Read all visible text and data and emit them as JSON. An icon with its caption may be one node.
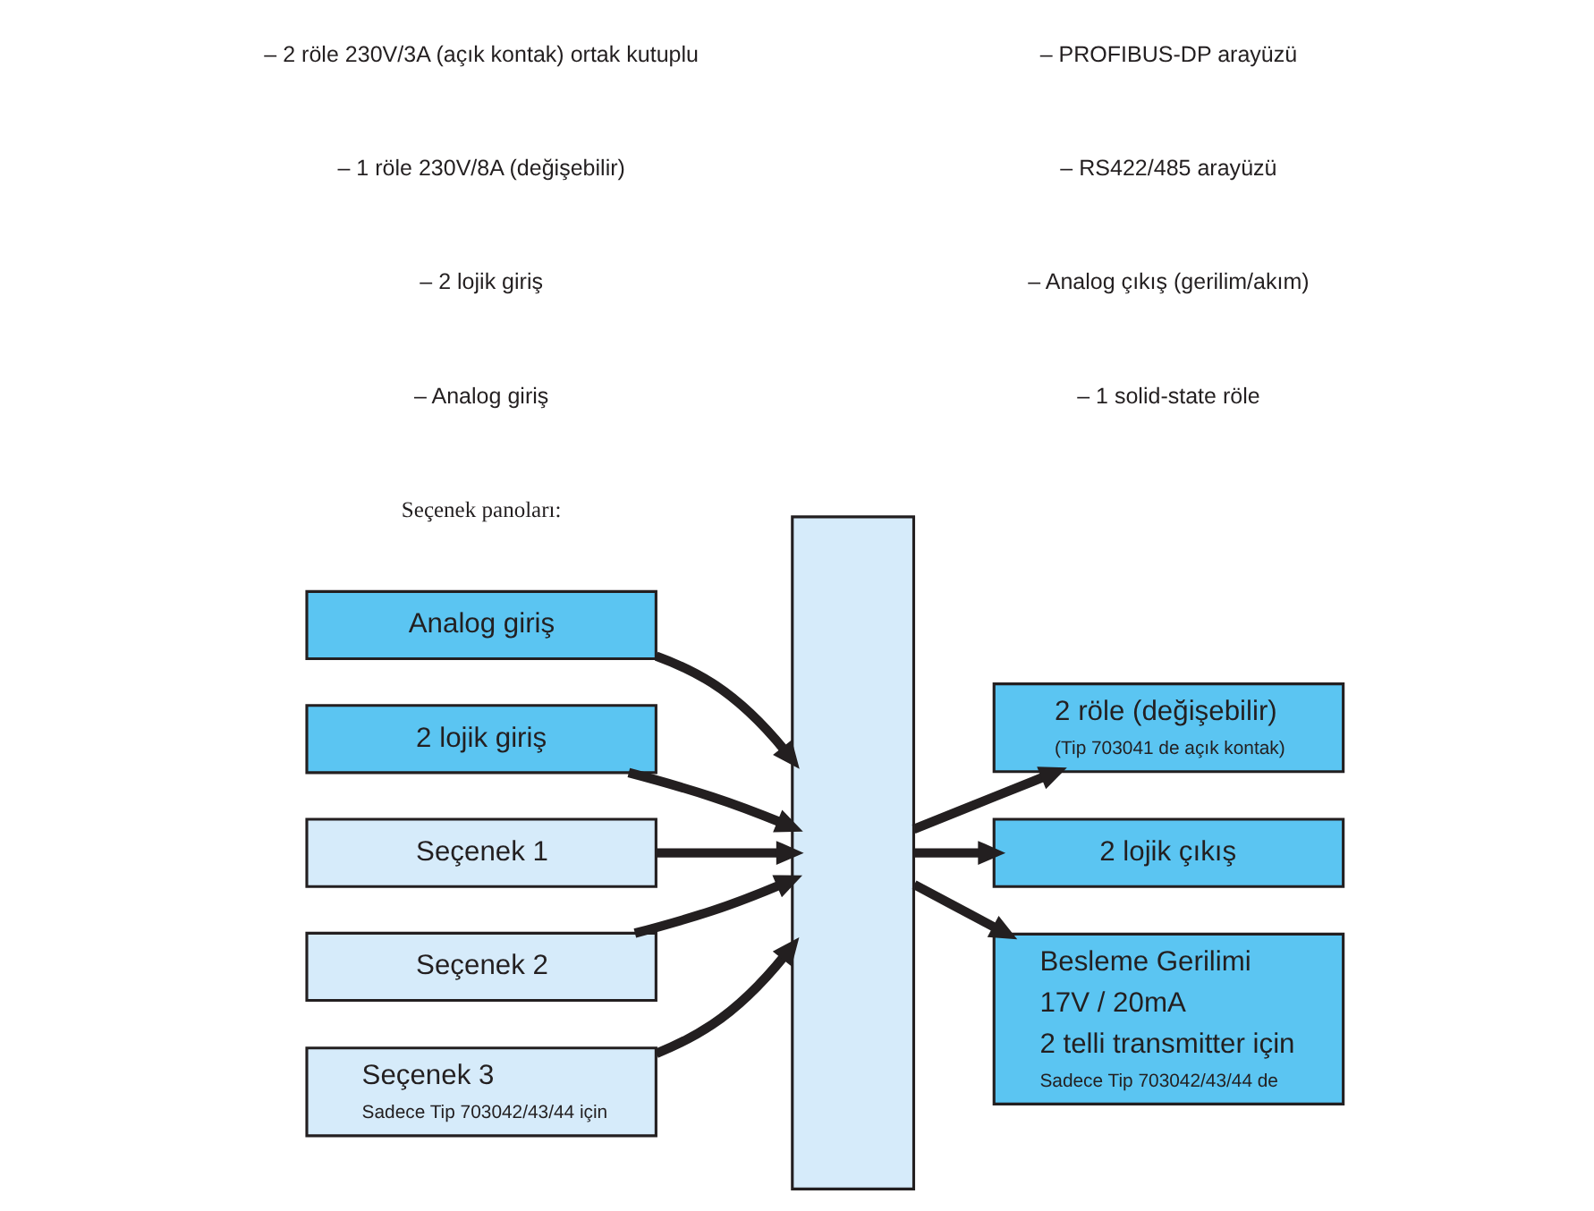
{
  "diagram": {
    "nodes": [
      {
        "text": [
          "Analog giriş"
        ]
      },
      {
        "text": [
          "2 lojik giriş"
        ]
      },
      {
        "text": [],
        "shape": "bar"
      },
      {
        "text": [
          "2 röle (değişebilir)",
          "(Tip 703041 de açık kontak)"
        ]
      },
      {
        "text": [
          "2 lojik çıkış"
        ]
      },
      {
        "text": [
          "Besleme Gerilimi",
          "17V / 20mA",
          "2 telli transmitter için",
          "Sadece Tip 703042/43/44 de"
        ]
      },
      {
        "text": [
          "Seçenek 1"
        ]
      },
      {
        "text": [
          "Seçenek 2"
        ]
      },
      {
        "text": [
          "Seçenek 3",
          "Sadece Tip 703042/43/44 için"
        ]
      }
    ],
    "edges": [
      {
        "from": 0,
        "to": 2,
        "arrow": "to"
      },
      {
        "from": 1,
        "to": 2,
        "arrow": "to"
      },
      {
        "from": 2,
        "to": 3,
        "arrow": "to"
      },
      {
        "from": 2,
        "to": 4,
        "arrow": "to"
      },
      {
        "from": 2,
        "to": 5,
        "arrow": "to"
      },
      {
        "from": 6,
        "to": 2,
        "arrow": "to"
      },
      {
        "from": 7,
        "to": 2,
        "arrow": "to"
      },
      {
        "from": 8,
        "to": 2,
        "arrow": "to"
      }
    ],
    "labels": [
      "Seçenek panoları:",
      "– Analog giriş",
      "– 2 lojik giriş",
      "– 1 röle 230V/8A (değişebilir)",
      "– 2 röle 230V/3A (açık kontak) ortak kutuplu",
      "– 1 solid-state röle",
      "– Analog çıkış (gerilim/akım)",
      "– RS422/485 arayüzü",
      "– PROFIBUS-DP arayüzü"
    ]
  }
}
